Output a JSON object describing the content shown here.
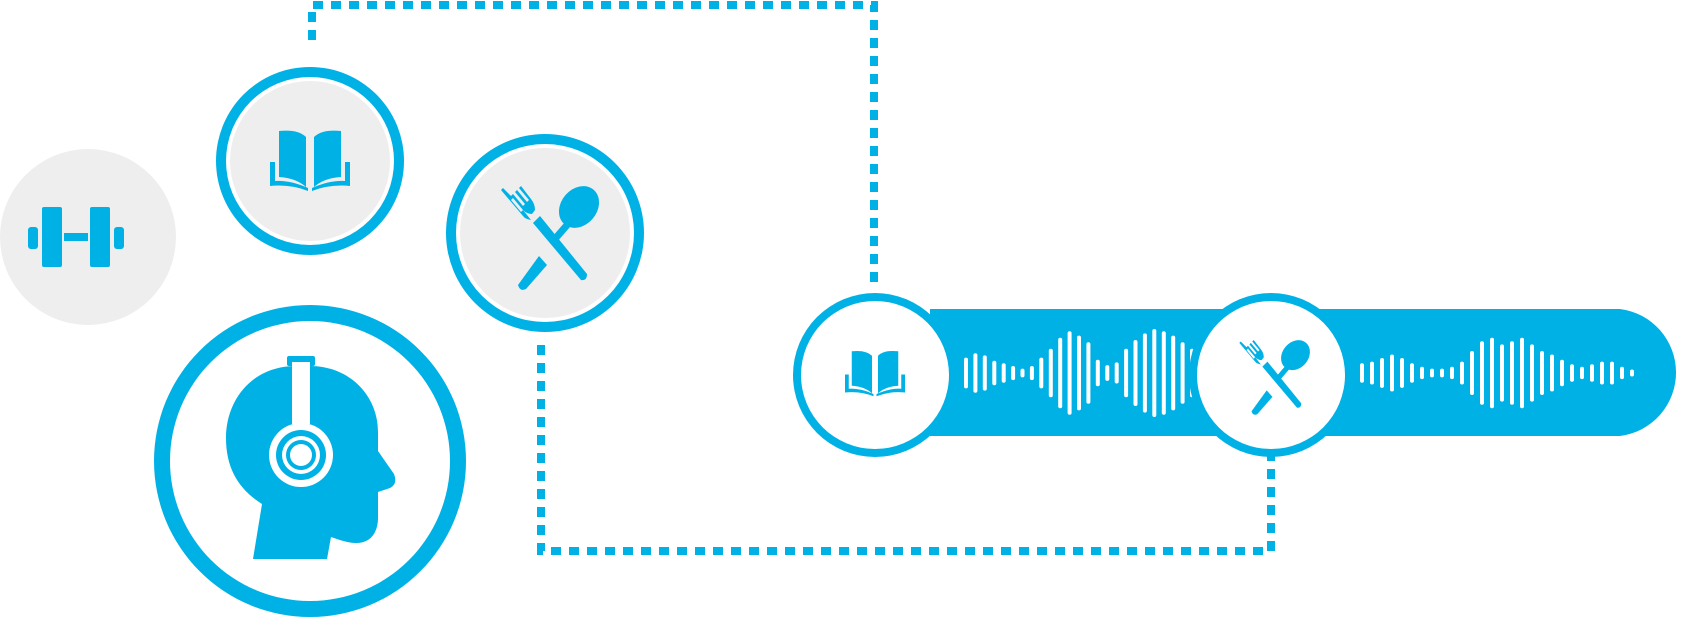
{
  "colors": {
    "accent": "#00b1e6",
    "circle_fill": "#eeeeee",
    "white": "#ffffff"
  },
  "icons": {
    "fitness": "dumbbell-icon",
    "reading": "open-book-icon",
    "dining": "fork-spoon-icon",
    "listener": "head-with-headphones-icon"
  },
  "connectors": {
    "style": "dashed"
  },
  "audio_strip": {
    "markers": [
      "open-book-icon",
      "fork-spoon-icon"
    ],
    "waveform_segment_1": [
      0.35,
      0.45,
      0.4,
      0.28,
      0.22,
      0.16,
      0.1,
      0.16,
      0.35,
      0.55,
      0.8,
      0.95,
      0.85,
      0.7,
      0.3,
      0.18,
      0.24,
      0.55,
      0.75,
      0.9,
      1.0,
      0.95,
      0.85,
      0.7,
      0.55
    ],
    "waveform_segment_2": [
      0.22,
      0.26,
      0.34,
      0.42,
      0.34,
      0.22,
      0.14,
      0.1,
      0.1,
      0.14,
      0.26,
      0.5,
      0.72,
      0.8,
      0.65,
      0.72,
      0.8,
      0.65,
      0.5,
      0.42,
      0.3,
      0.2,
      0.14,
      0.2,
      0.26,
      0.26,
      0.14,
      0.08
    ]
  }
}
